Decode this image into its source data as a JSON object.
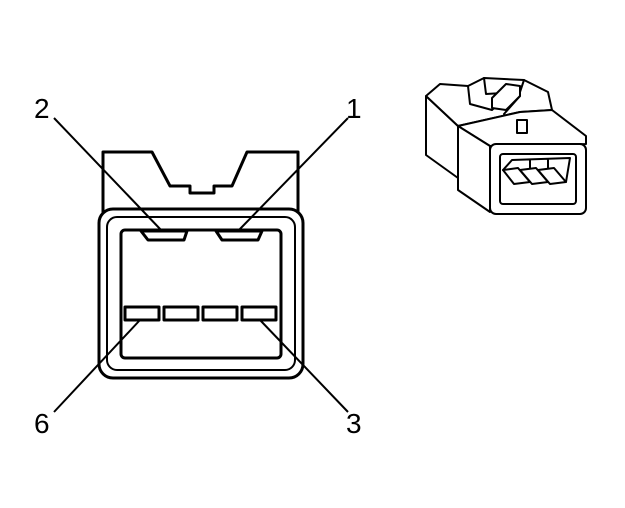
{
  "diagram": {
    "pin_labels": {
      "pin_2": "2",
      "pin_1": "1",
      "pin_6": "6",
      "pin_3": "3"
    }
  },
  "colors": {
    "line": "#000000",
    "background": "#ffffff"
  }
}
